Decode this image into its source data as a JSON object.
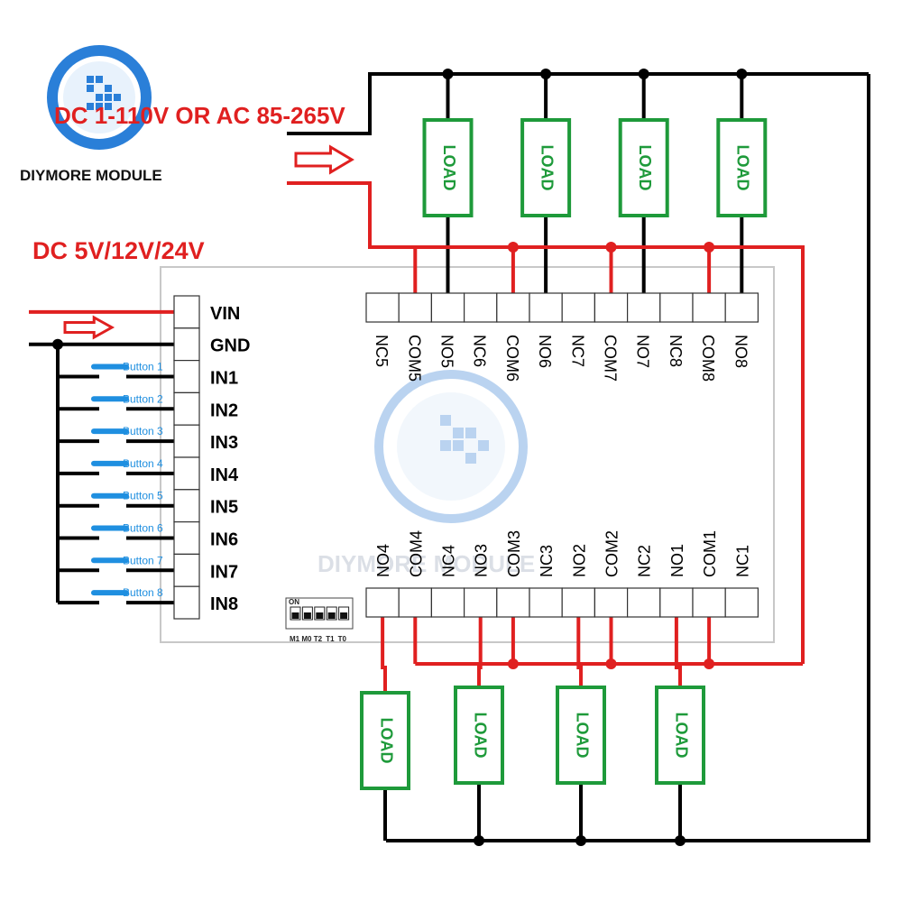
{
  "logo": {
    "brand": "DIYMORE MODULE"
  },
  "watermark": {
    "text": "DIYMORE MODULE"
  },
  "supply": {
    "load_voltage": "DC 1-110V OR AC 85-265V",
    "input_voltage": "DC 5V/12V/24V"
  },
  "left_pins": [
    "VIN",
    "GND",
    "IN1",
    "IN2",
    "IN3",
    "IN4",
    "IN5",
    "IN6",
    "IN7",
    "IN8"
  ],
  "buttons": [
    "Button 1",
    "Button 2",
    "Button 3",
    "Button 4",
    "Button 5",
    "Button 6",
    "Button 7",
    "Button 8"
  ],
  "top_terminals": [
    "NC5",
    "COM5",
    "NO5",
    "NC6",
    "COM6",
    "NO6",
    "NC7",
    "COM7",
    "NO7",
    "NC8",
    "COM8",
    "NO8"
  ],
  "bottom_terminals": [
    "NO4",
    "COM4",
    "NC4",
    "NO3",
    "COM3",
    "NC3",
    "NO2",
    "COM2",
    "NC2",
    "NO1",
    "COM1",
    "NC1"
  ],
  "load_label": "LOAD",
  "dip": {
    "on_label": "ON",
    "labels": [
      "M1",
      "M0",
      "T2",
      "T1",
      "T0"
    ]
  },
  "colors": {
    "wire_red": "#e02020",
    "wire_black": "#000000",
    "load_green": "#1e9a3a",
    "button_blue": "#1f8fe0"
  }
}
